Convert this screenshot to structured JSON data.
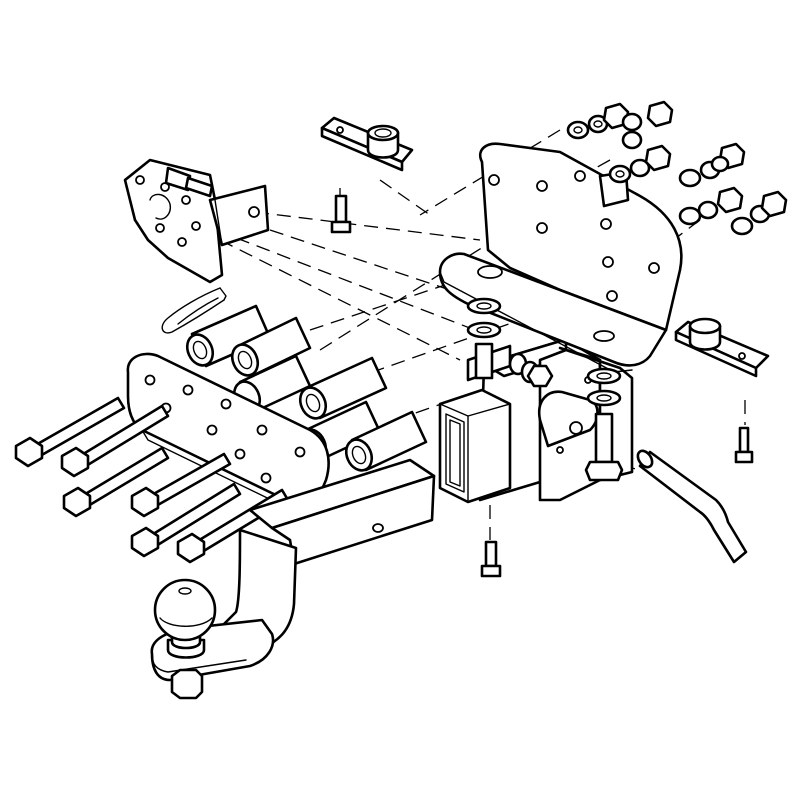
{
  "colors": {
    "line": "#000000",
    "paper": "#ffffff"
  },
  "diagram": {
    "parts": [
      "bracket-plate-left",
      "clip-pin",
      "spacer-tubes",
      "side-plate",
      "long-bolts",
      "ball-mount-shank",
      "hitch-ball",
      "receiver-hitch",
      "frame-bracket-right",
      "nut-plates",
      "small-bolts",
      "hitch-pin",
      "nuts-washers"
    ]
  }
}
